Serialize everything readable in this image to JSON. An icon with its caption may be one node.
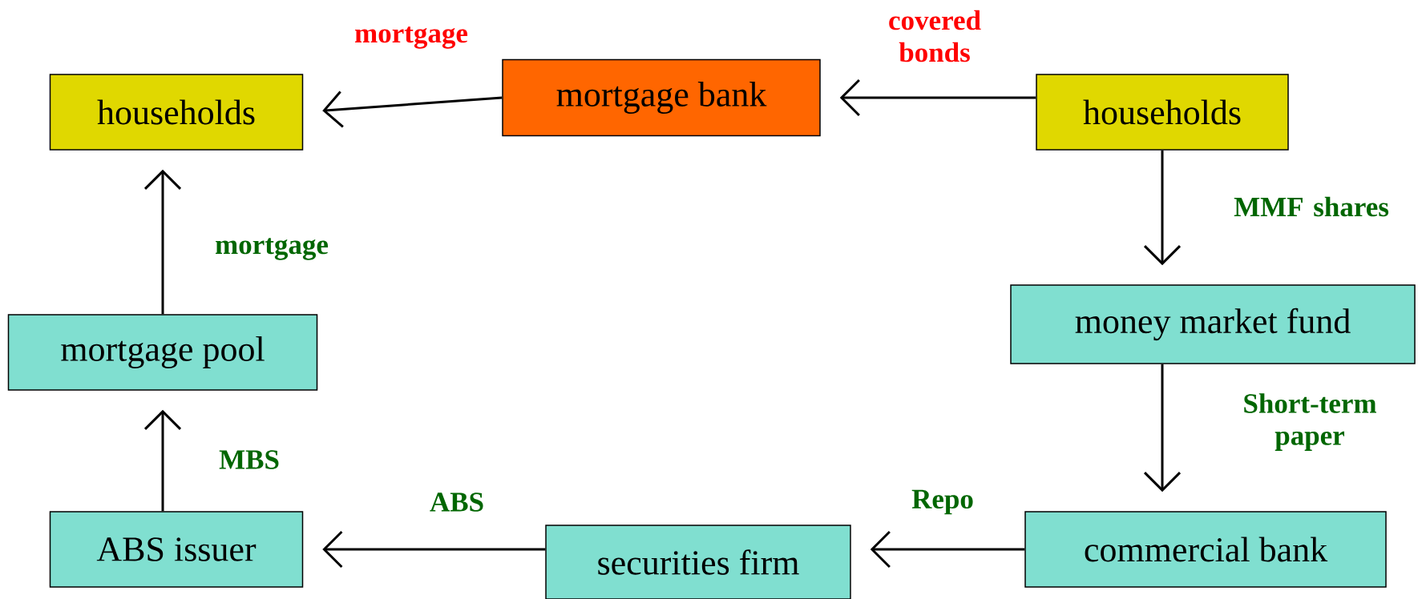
{
  "diagram": {
    "nodes": [
      {
        "text": [
          "households"
        ]
      },
      {
        "text": [
          "mortgage bank"
        ]
      },
      {
        "text": [
          "households"
        ]
      },
      {
        "text": [
          "money market fund"
        ]
      },
      {
        "text": [
          "commercial bank"
        ]
      },
      {
        "text": [
          "securities firm"
        ]
      },
      {
        "text": [
          "ABS issuer"
        ]
      },
      {
        "text": [
          "mortgage pool"
        ]
      }
    ],
    "edges": [
      {
        "from": 1,
        "to": 0,
        "arrow": "to",
        "label": "mortgage"
      },
      {
        "from": 2,
        "to": 1,
        "arrow": "to",
        "label": "covered bonds"
      },
      {
        "from": 2,
        "to": 3,
        "arrow": "to",
        "label": "MMF shares"
      },
      {
        "from": 3,
        "to": 4,
        "arrow": "to",
        "label": "Short-term paper"
      },
      {
        "from": 4,
        "to": 5,
        "arrow": "to",
        "label": "Repo"
      },
      {
        "from": 5,
        "to": 6,
        "arrow": "to",
        "label": "ABS"
      },
      {
        "from": 6,
        "to": 7,
        "arrow": "to",
        "label": "MBS"
      },
      {
        "from": 7,
        "to": 0,
        "arrow": "to",
        "label": "mortgage"
      }
    ]
  }
}
